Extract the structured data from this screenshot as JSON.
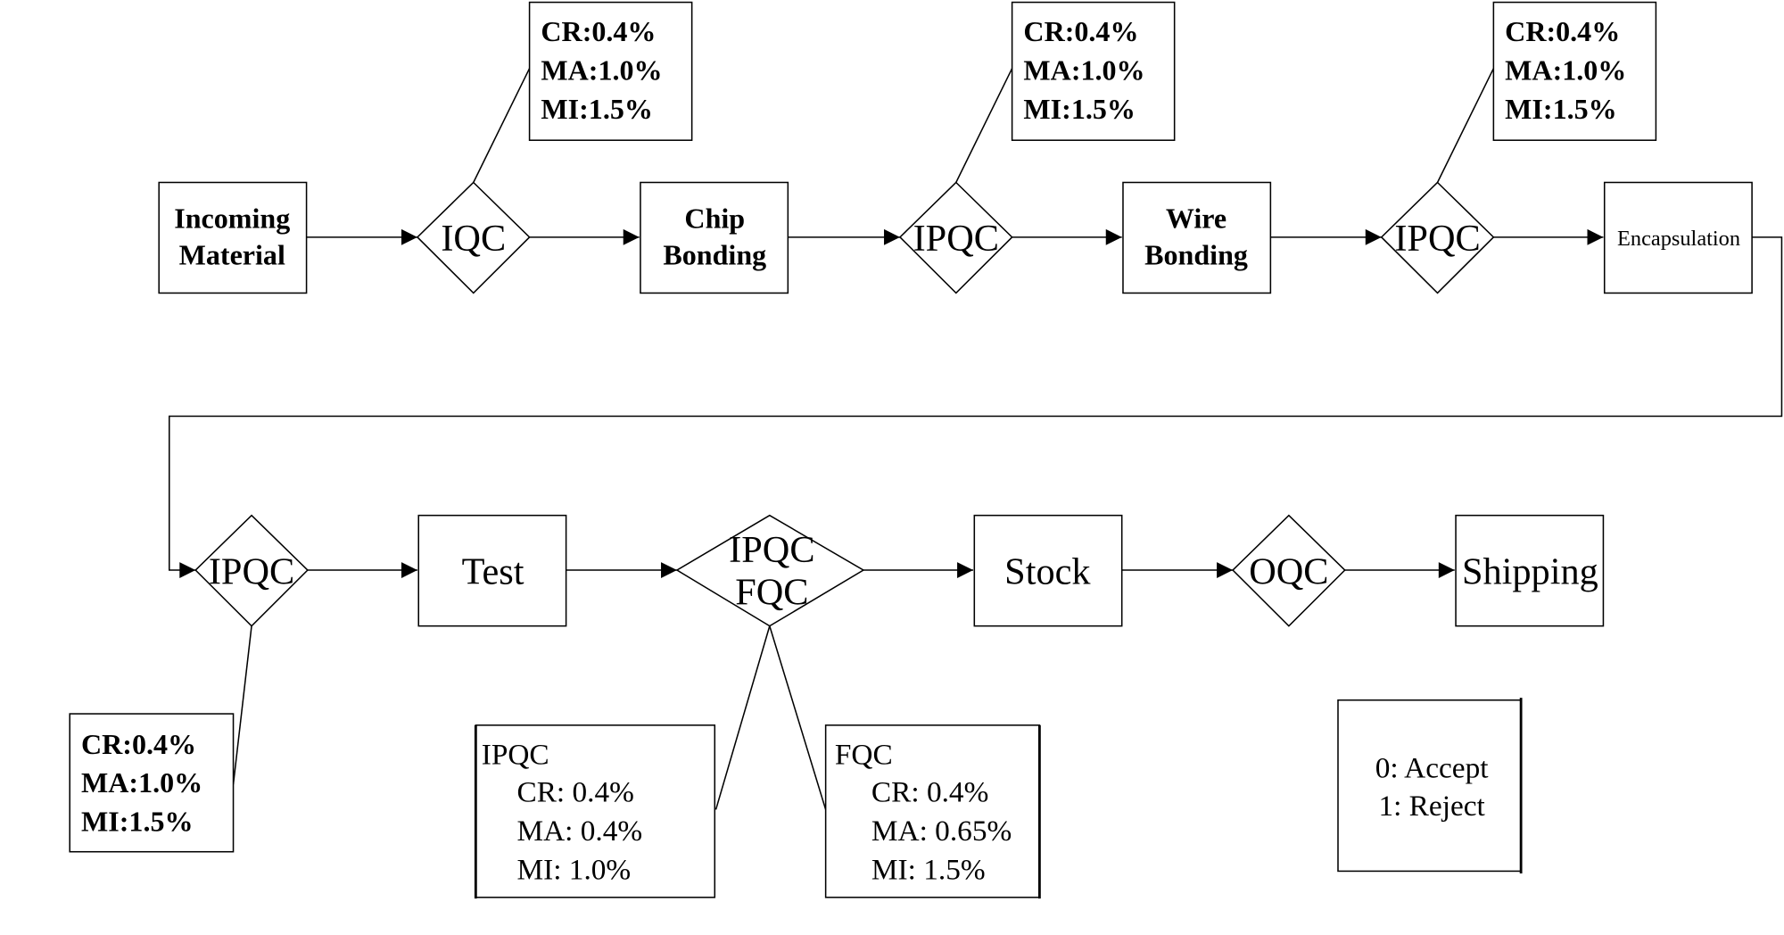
{
  "process_steps": {
    "incoming": [
      "Incoming",
      "Material"
    ],
    "chip": [
      "Chip",
      "Bonding"
    ],
    "wire": [
      "Wire",
      "Bonding"
    ],
    "encapsulation": "Encapsulation",
    "test": "Test",
    "stock": "Stock",
    "shipping": "Shipping"
  },
  "inspections": {
    "iqc": "IQC",
    "ipqc_1": "IPQC",
    "ipqc_2": "IPQC",
    "ipqc_3": "IPQC",
    "ipqc_fqc": [
      "IPQC",
      "FQC"
    ],
    "oqc": "OQC"
  },
  "criteria": {
    "iqc": [
      "CR:0.4%",
      "MA:1.0%",
      "MI:1.5%"
    ],
    "ipqc_1": [
      "CR:0.4%",
      "MA:1.0%",
      "MI:1.5%"
    ],
    "ipqc_2": [
      "CR:0.4%",
      "MA:1.0%",
      "MI:1.5%"
    ],
    "ipqc_3": [
      "CR:0.4%",
      "MA:1.0%",
      "MI:1.5%"
    ],
    "ipqc_stage": {
      "title": "IPQC",
      "lines": [
        "CR: 0.4%",
        "MA: 0.4%",
        "MI: 1.0%"
      ]
    },
    "fqc_stage": {
      "title": "FQC",
      "lines": [
        "CR: 0.4%",
        "MA: 0.65%",
        "MI: 1.5%"
      ]
    }
  },
  "legend": [
    "0: Accept",
    "1: Reject"
  ]
}
